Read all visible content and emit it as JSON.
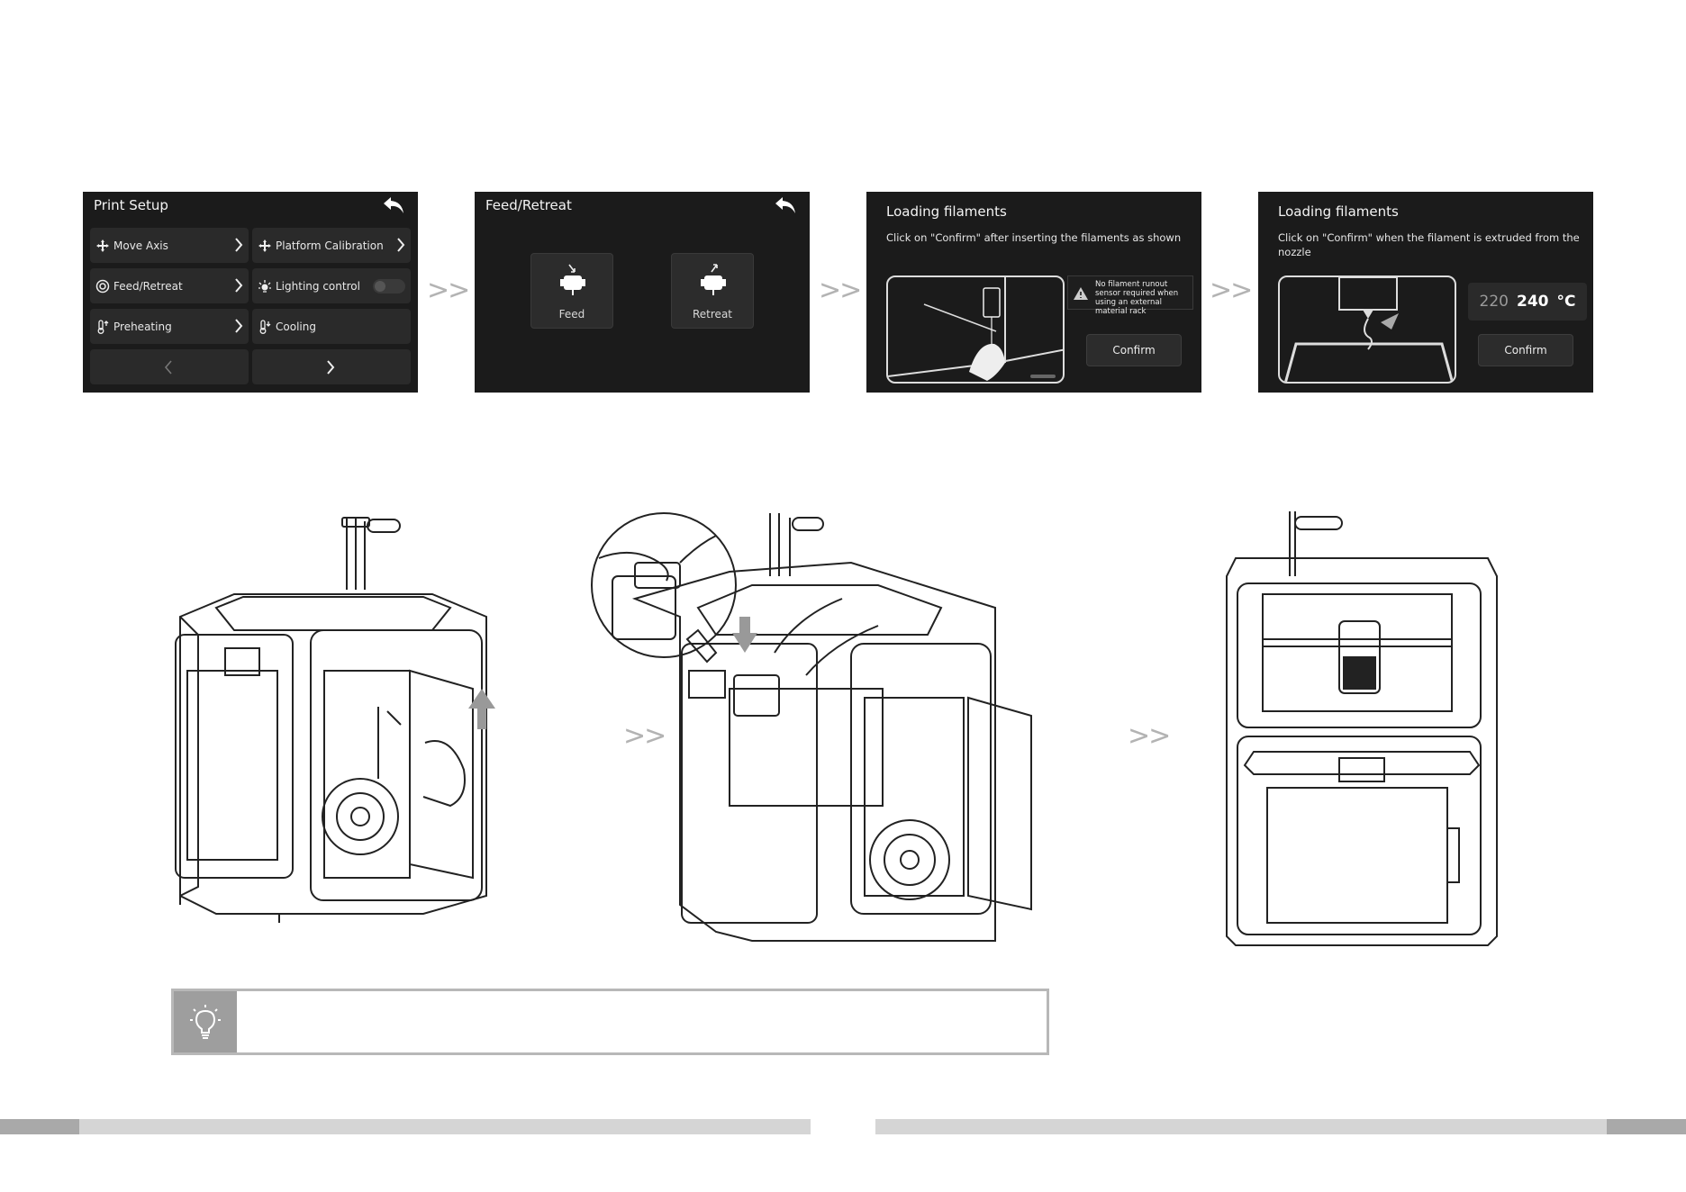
{
  "screens": {
    "print_setup": {
      "title": "Print Setup",
      "items": [
        {
          "label": "Move Axis",
          "icon": "move-axis-icon"
        },
        {
          "label": "Platform Calibration",
          "icon": "move-axis-icon"
        },
        {
          "label": "Feed/Retreat",
          "icon": "feed-retreat-icon"
        },
        {
          "label": "Lighting control",
          "icon": "light-icon"
        },
        {
          "label": "Preheating",
          "icon": "thermometer-up-icon"
        },
        {
          "label": "Cooling",
          "icon": "thermometer-down-icon"
        }
      ]
    },
    "feed_retreat": {
      "title": "Feed/Retreat",
      "feed_label": "Feed",
      "retreat_label": "Retreat"
    },
    "loading_1": {
      "title": "Loading filaments",
      "instruction": "Click on \"Confirm\" after inserting the filaments as shown",
      "warning": "No filament runout sensor required when using an external material rack",
      "confirm_label": "Confirm"
    },
    "loading_2": {
      "title": "Loading filaments",
      "instruction": "Click on \"Confirm\" when the filament is extruded from the nozzle",
      "temp_current": "220",
      "temp_target": "240",
      "temp_unit": "°C",
      "confirm_label": "Confirm"
    }
  },
  "separator": ">>",
  "tip": {
    "icon": "lightbulb-icon",
    "text": ""
  },
  "colors": {
    "screen_bg": "#1b1b1b",
    "button_bg": "#2a2a2a",
    "footer_bar": "#d5d5d5",
    "footer_accent": "#a9a9a9"
  }
}
